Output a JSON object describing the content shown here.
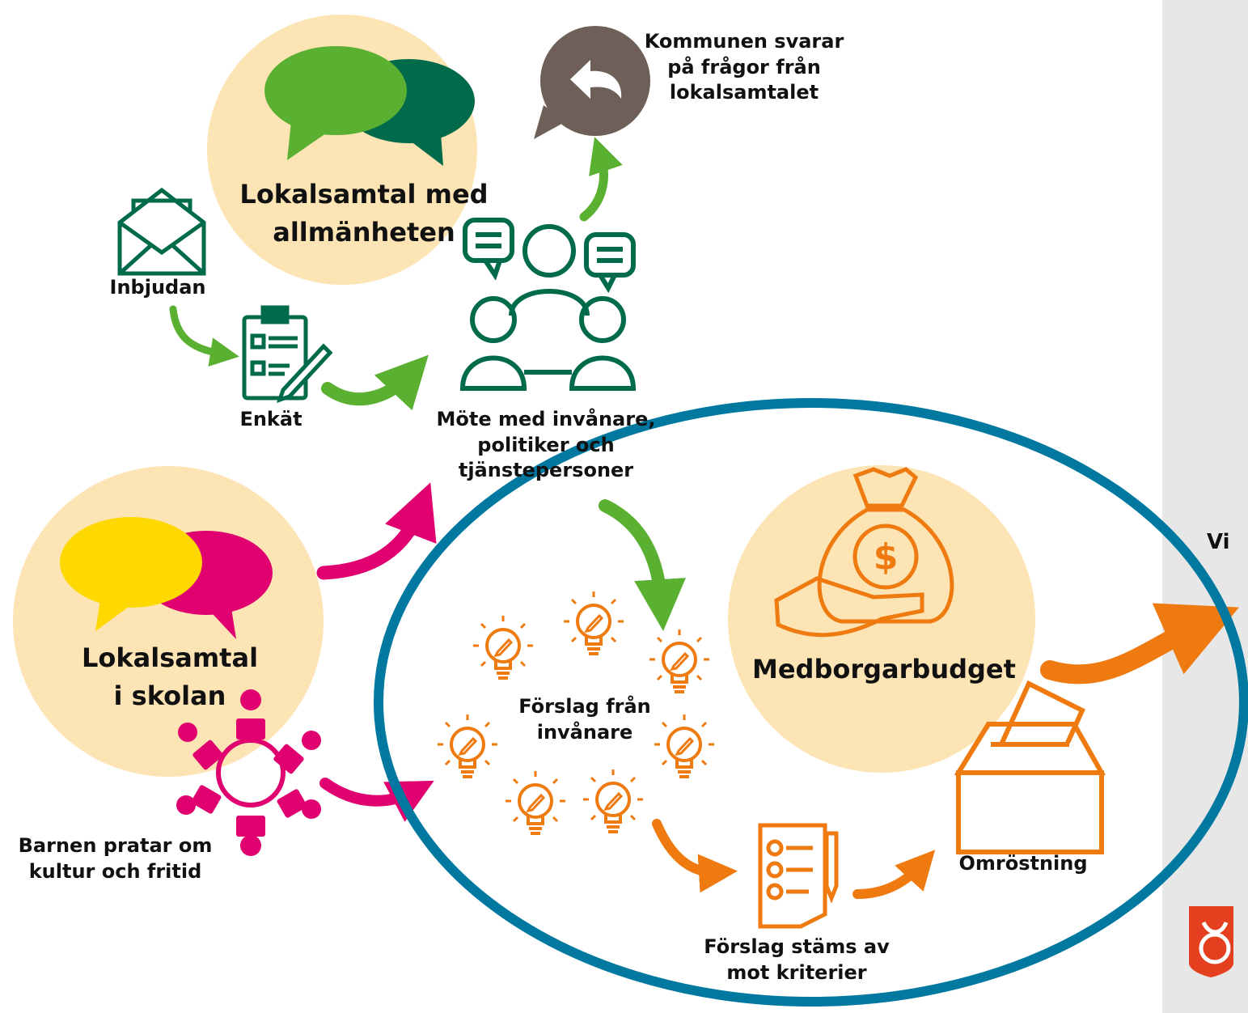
{
  "labels": {
    "kommunen": "Kommunen svarar\npå frågor från\nlokalsamtalet",
    "lokalsamtal_allmanhet": "Lokalsamtal med\nallmänheten",
    "inbjudan": "Inbjudan",
    "enkat": "Enkät",
    "mote": "Möte med invånare,\npolitiker och\ntjänstepersoner",
    "lokalsamtal_skolan": "Lokalsamtal\ni skolan",
    "barnen": "Barnen pratar om\nkultur och fritid",
    "forslag_invanare": "Förslag från\ninvånare",
    "medborgarbudget": "Medborgarbudget",
    "forslag_stams": "Förslag stäms av\nmot kriterier",
    "omrostning": "Omröstning",
    "cut_text": "Vi"
  },
  "icons": [
    "reply-speech-icon",
    "speech-bubbles-green-icon",
    "envelope-icon",
    "questionnaire-icon",
    "meeting-people-icon",
    "speech-bubbles-yellow-pink-icon",
    "children-circle-icon",
    "lightbulb-icon",
    "money-bag-hand-icon",
    "checklist-icon",
    "ballot-box-icon",
    "municipality-shield-icon"
  ],
  "colors": {
    "circle_bg": "#fce4b4",
    "green_dark": "#006b4a",
    "green_light": "#5ab031",
    "arrow_green": "#5ab031",
    "arrow_pink": "#e0006f",
    "orange": "#ee7a10",
    "ellipse_blue": "#0078a0",
    "yellow": "#ffd800",
    "reply_brown": "#6e6058",
    "logo_red": "#e4401f",
    "side_gray": "#e7e7e7"
  }
}
